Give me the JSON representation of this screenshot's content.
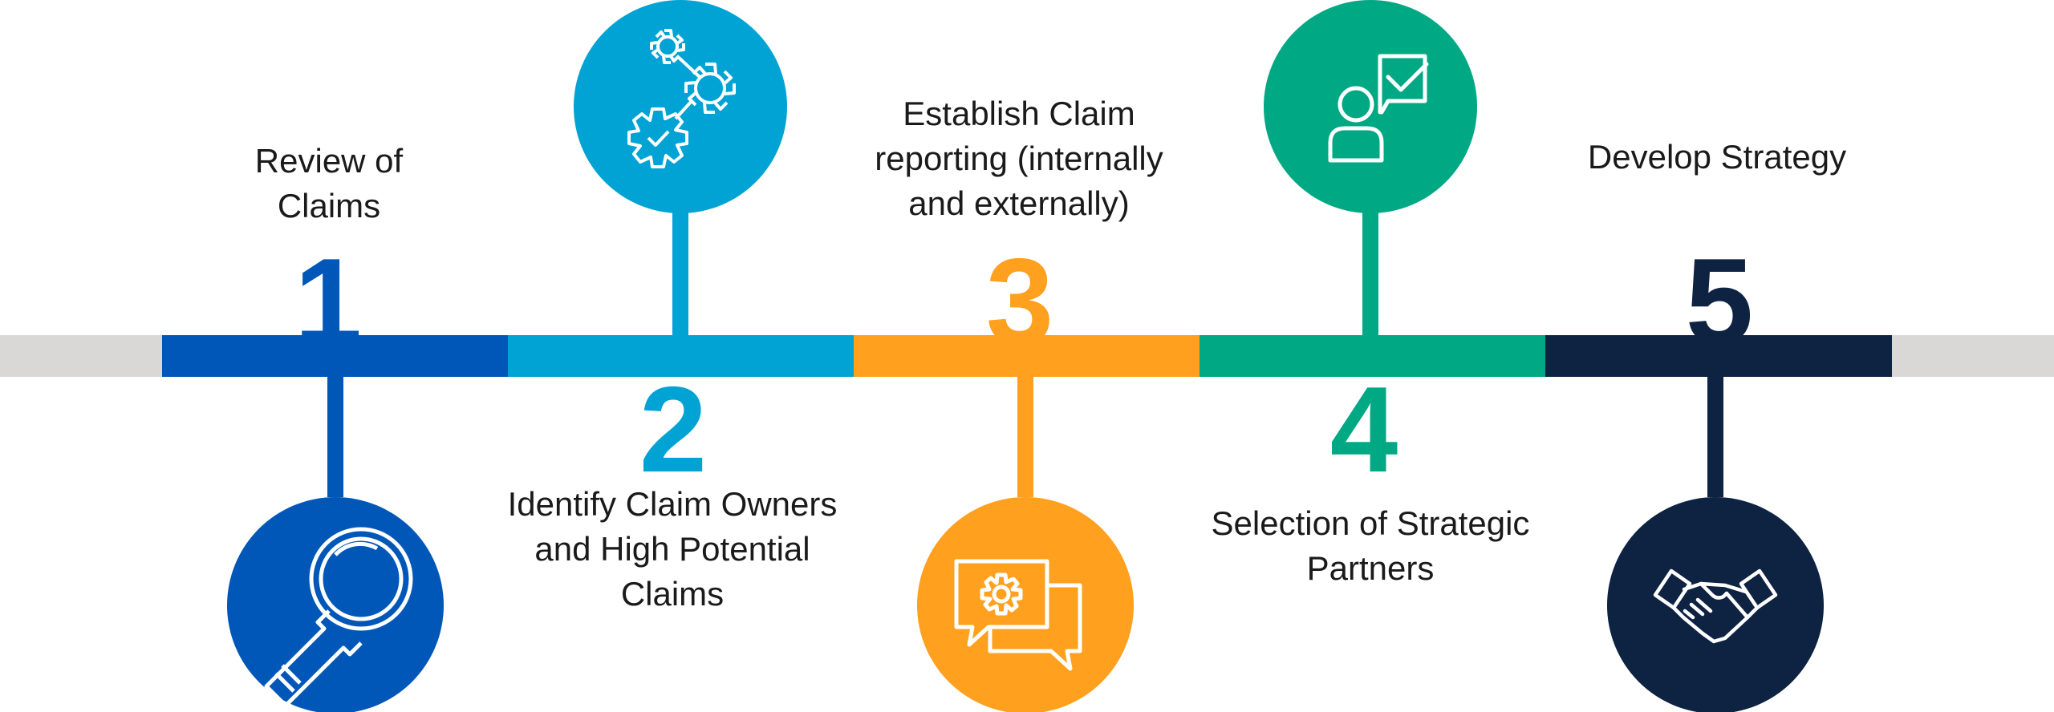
{
  "colors": {
    "rail": "#d9d8d6",
    "step1": "#0057b8",
    "step2": "#00a3d3",
    "step3": "#ffa01e",
    "step4": "#00a884",
    "step5": "#0e2241",
    "icon_line": "#ffffff"
  },
  "steps": [
    {
      "number": "1",
      "label_lines": [
        "Review of",
        "Claims"
      ],
      "icon": "magnifying-glass-icon"
    },
    {
      "number": "2",
      "label_lines": [
        "Identify Claim Owners",
        "and High Potential",
        "Claims"
      ],
      "icon": "gears-network-icon"
    },
    {
      "number": "3",
      "label_lines": [
        "Establish Claim",
        "reporting (internally",
        "and externally)"
      ],
      "icon": "chat-bubbles-gear-icon"
    },
    {
      "number": "4",
      "label_lines": [
        "Selection of Strategic",
        "Partners"
      ],
      "icon": "person-checkbox-icon"
    },
    {
      "number": "5",
      "label_lines": [
        "Develop Strategy"
      ],
      "icon": "handshake-icon"
    }
  ]
}
